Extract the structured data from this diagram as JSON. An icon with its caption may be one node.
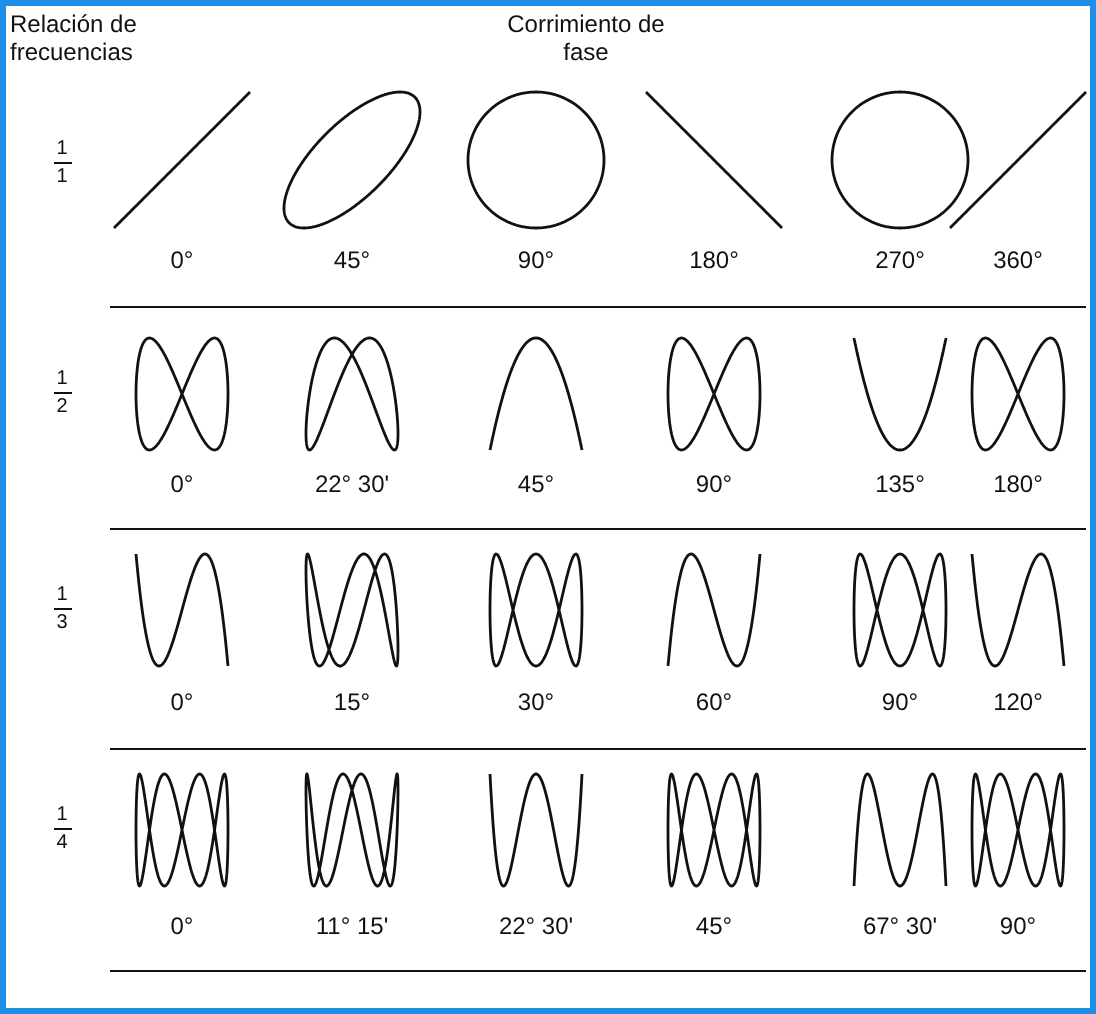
{
  "diagram": {
    "labels": [
      "Relación de frecuencias",
      "Corrimiento de fase",
      "1",
      "1",
      "0°",
      "45°",
      "90°",
      "180°",
      "270°",
      "360°",
      "1",
      "2",
      "0°",
      "22° 30'",
      "45°",
      "90°",
      "135°",
      "180°",
      "1",
      "3",
      "0°",
      "15°",
      "30°",
      "60°",
      "90°",
      "120°",
      "1",
      "4",
      "0°",
      "11° 15'",
      "22° 30'",
      "45°",
      "67° 30'",
      "90°"
    ]
  }
}
